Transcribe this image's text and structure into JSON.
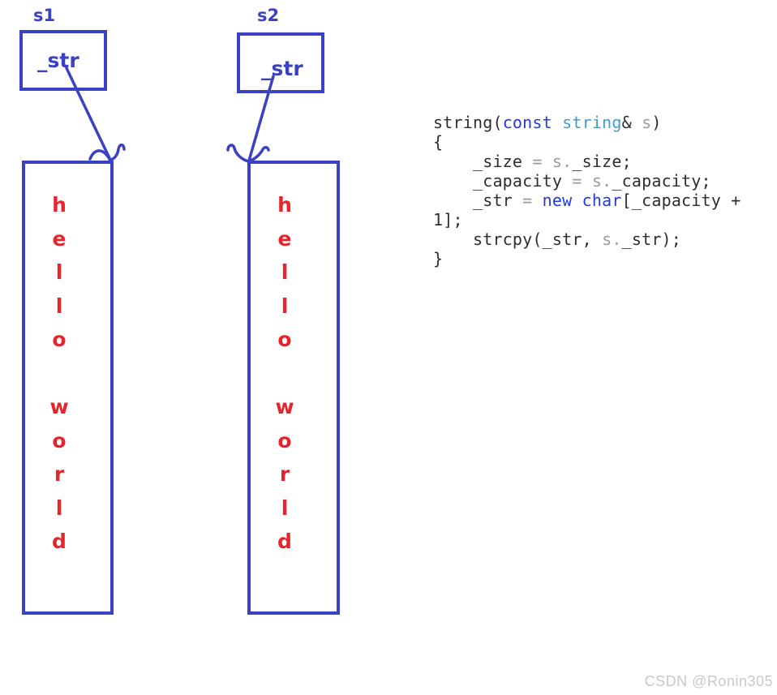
{
  "colors": {
    "blue": "#3a42c3",
    "red": "#e5242b",
    "code_text": "#2e2e2e",
    "code_keyword": "#2438e0",
    "code_type": "#3f9ed2",
    "code_muted": "#9b9b9b",
    "watermark_gray": "#c9c9c9"
  },
  "objects": [
    {
      "label": "s1",
      "field": "_str"
    },
    {
      "label": "s2",
      "field": "_str"
    }
  ],
  "buffers": [
    {
      "owner": "s1",
      "string": "hello world",
      "chars": [
        "h",
        "e",
        "l",
        "l",
        "o",
        " ",
        "w",
        "o",
        "r",
        "l",
        "d"
      ]
    },
    {
      "owner": "s2",
      "string": "hello world",
      "chars": [
        "h",
        "e",
        "l",
        "l",
        "o",
        " ",
        "w",
        "o",
        "r",
        "l",
        "d"
      ]
    }
  ],
  "code": {
    "lines": [
      [
        {
          "t": "string(",
          "c": "plain"
        },
        {
          "t": "const",
          "c": "kw"
        },
        {
          "t": " ",
          "c": "plain"
        },
        {
          "t": "string",
          "c": "type"
        },
        {
          "t": "&",
          "c": "plain"
        },
        {
          "t": " ",
          "c": "plain"
        },
        {
          "t": "s",
          "c": "muted"
        },
        {
          "t": ")",
          "c": "plain"
        }
      ],
      [
        {
          "t": "{",
          "c": "plain"
        }
      ],
      [
        {
          "t": "    _size ",
          "c": "plain"
        },
        {
          "t": "=",
          "c": "muted"
        },
        {
          "t": " ",
          "c": "plain"
        },
        {
          "t": "s.",
          "c": "muted"
        },
        {
          "t": "_size;",
          "c": "plain"
        }
      ],
      [
        {
          "t": "    _capacity ",
          "c": "plain"
        },
        {
          "t": "=",
          "c": "muted"
        },
        {
          "t": " ",
          "c": "plain"
        },
        {
          "t": "s.",
          "c": "muted"
        },
        {
          "t": "_capacity;",
          "c": "plain"
        }
      ],
      [
        {
          "t": "    _str ",
          "c": "plain"
        },
        {
          "t": "=",
          "c": "muted"
        },
        {
          "t": " ",
          "c": "plain"
        },
        {
          "t": "new char",
          "c": "kw"
        },
        {
          "t": "[_capacity +",
          "c": "plain"
        }
      ],
      [
        {
          "t": "1];",
          "c": "plain"
        }
      ],
      [
        {
          "t": "    strcpy(_str, ",
          "c": "plain"
        },
        {
          "t": "s.",
          "c": "muted"
        },
        {
          "t": "_str);",
          "c": "plain"
        }
      ],
      [
        {
          "t": "}",
          "c": "plain"
        }
      ]
    ]
  },
  "watermark": "CSDN @Ronin305"
}
